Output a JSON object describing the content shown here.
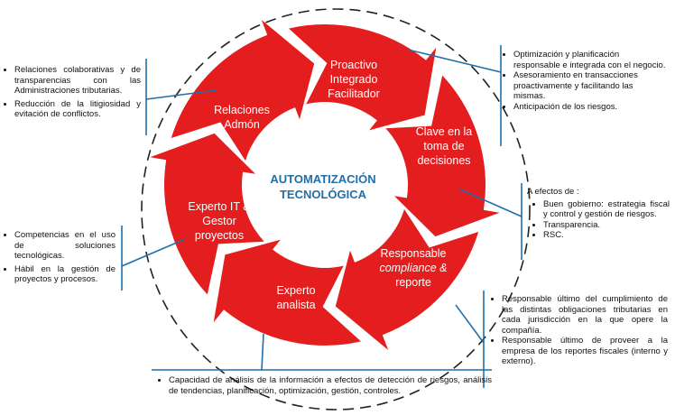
{
  "colors": {
    "arrow": "#e41e1e",
    "line": "#1f6fa8",
    "center_text": "#1f6fa8"
  },
  "center": {
    "line1": "AUTOMATIZACIÓN",
    "line2": "TECNOLÓGICA"
  },
  "segments": [
    {
      "lines": [
        "Proactivo",
        "Integrado",
        "Facilitador"
      ]
    },
    {
      "lines": [
        "Clave en la",
        "toma de",
        "decisiones"
      ]
    },
    {
      "lines": [
        "Responsable",
        "compliance &",
        "reporte"
      ]
    },
    {
      "lines": [
        "Experto",
        "analista"
      ]
    },
    {
      "lines": [
        "Experto IT &",
        "Gestor",
        "proyectos"
      ]
    },
    {
      "lines": [
        "Relaciones",
        "Admón"
      ]
    }
  ],
  "callouts": {
    "relaciones": [
      "Relaciones colaborativas y de transparencias con las Administraciones tributarias.",
      "Reducción de la litigiosidad y evitación de conflictos."
    ],
    "proactivo": [
      "Optimización y planificación responsable e integrada con el negocio.",
      "Asesoramiento en transacciones proactivamente y facilitando las mismas.",
      "Anticipación de los riesgos."
    ],
    "clave": {
      "intro": "A efectos de :",
      "items": [
        "Buen gobierno: estrategia fiscal y control y gestión de riesgos.",
        "Transparencia.",
        "RSC."
      ]
    },
    "experto_it": [
      "Competencias en el uso de soluciones tecnológicas.",
      "Hábil en la gestión de proyectos y procesos."
    ],
    "responsable": [
      "Responsable último del cumplimiento de las distintas obligaciones tributarias en cada jurisdicción en la que opere la compañía.",
      "Responsable último de proveer a la empresa de los reportes fiscales (interno y externo)."
    ],
    "analista": [
      "Capacidad de análisis de la información a efectos de detección de riesgos, análisis de tendencias, planificación, optimización, gestión, controles."
    ]
  }
}
